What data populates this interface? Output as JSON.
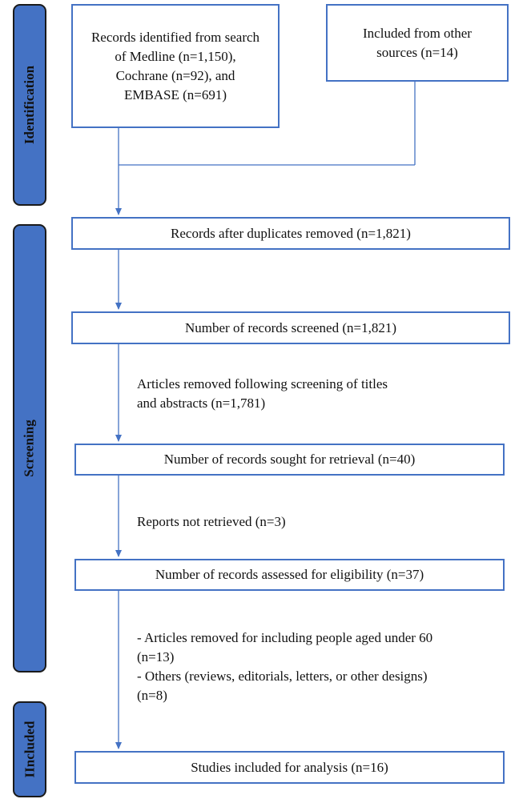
{
  "phases": {
    "identification": "Identification",
    "screening": "Screening",
    "included": "IIncluded"
  },
  "boxes": {
    "records_identified": "Records identified from search of Medline (n=1,150), Cochrane (n=92), and  EMBASE (n=691)",
    "other_sources": "Included from other sources (n=14)",
    "after_duplicates": "Records after duplicates removed  (n=1,821)",
    "screened": "Number of records screened (n=1,821)",
    "sought_retrieval": "Number of records sought for retrieval (n=40)",
    "assessed_eligibility": "Number of records assessed for eligibility (n=37)",
    "included_analysis": "Studies included for analysis (n=16)"
  },
  "notes": {
    "removed_titles_1": "Articles removed following screening of titles",
    "removed_titles_2": "and abstracts (n=1,781)",
    "not_retrieved": "Reports not retrieved (n=3)",
    "excluded_age_1": "- Articles removed for including people aged under 60",
    "excluded_age_2": "(n=13)",
    "excluded_other_1": "- Others (reviews, editorials, letters, or other designs)",
    "excluded_other_2": "(n=8)"
  },
  "colors": {
    "box_border": "#4472C4",
    "phase_fill": "#4472C4",
    "connector": "#4472C4"
  }
}
